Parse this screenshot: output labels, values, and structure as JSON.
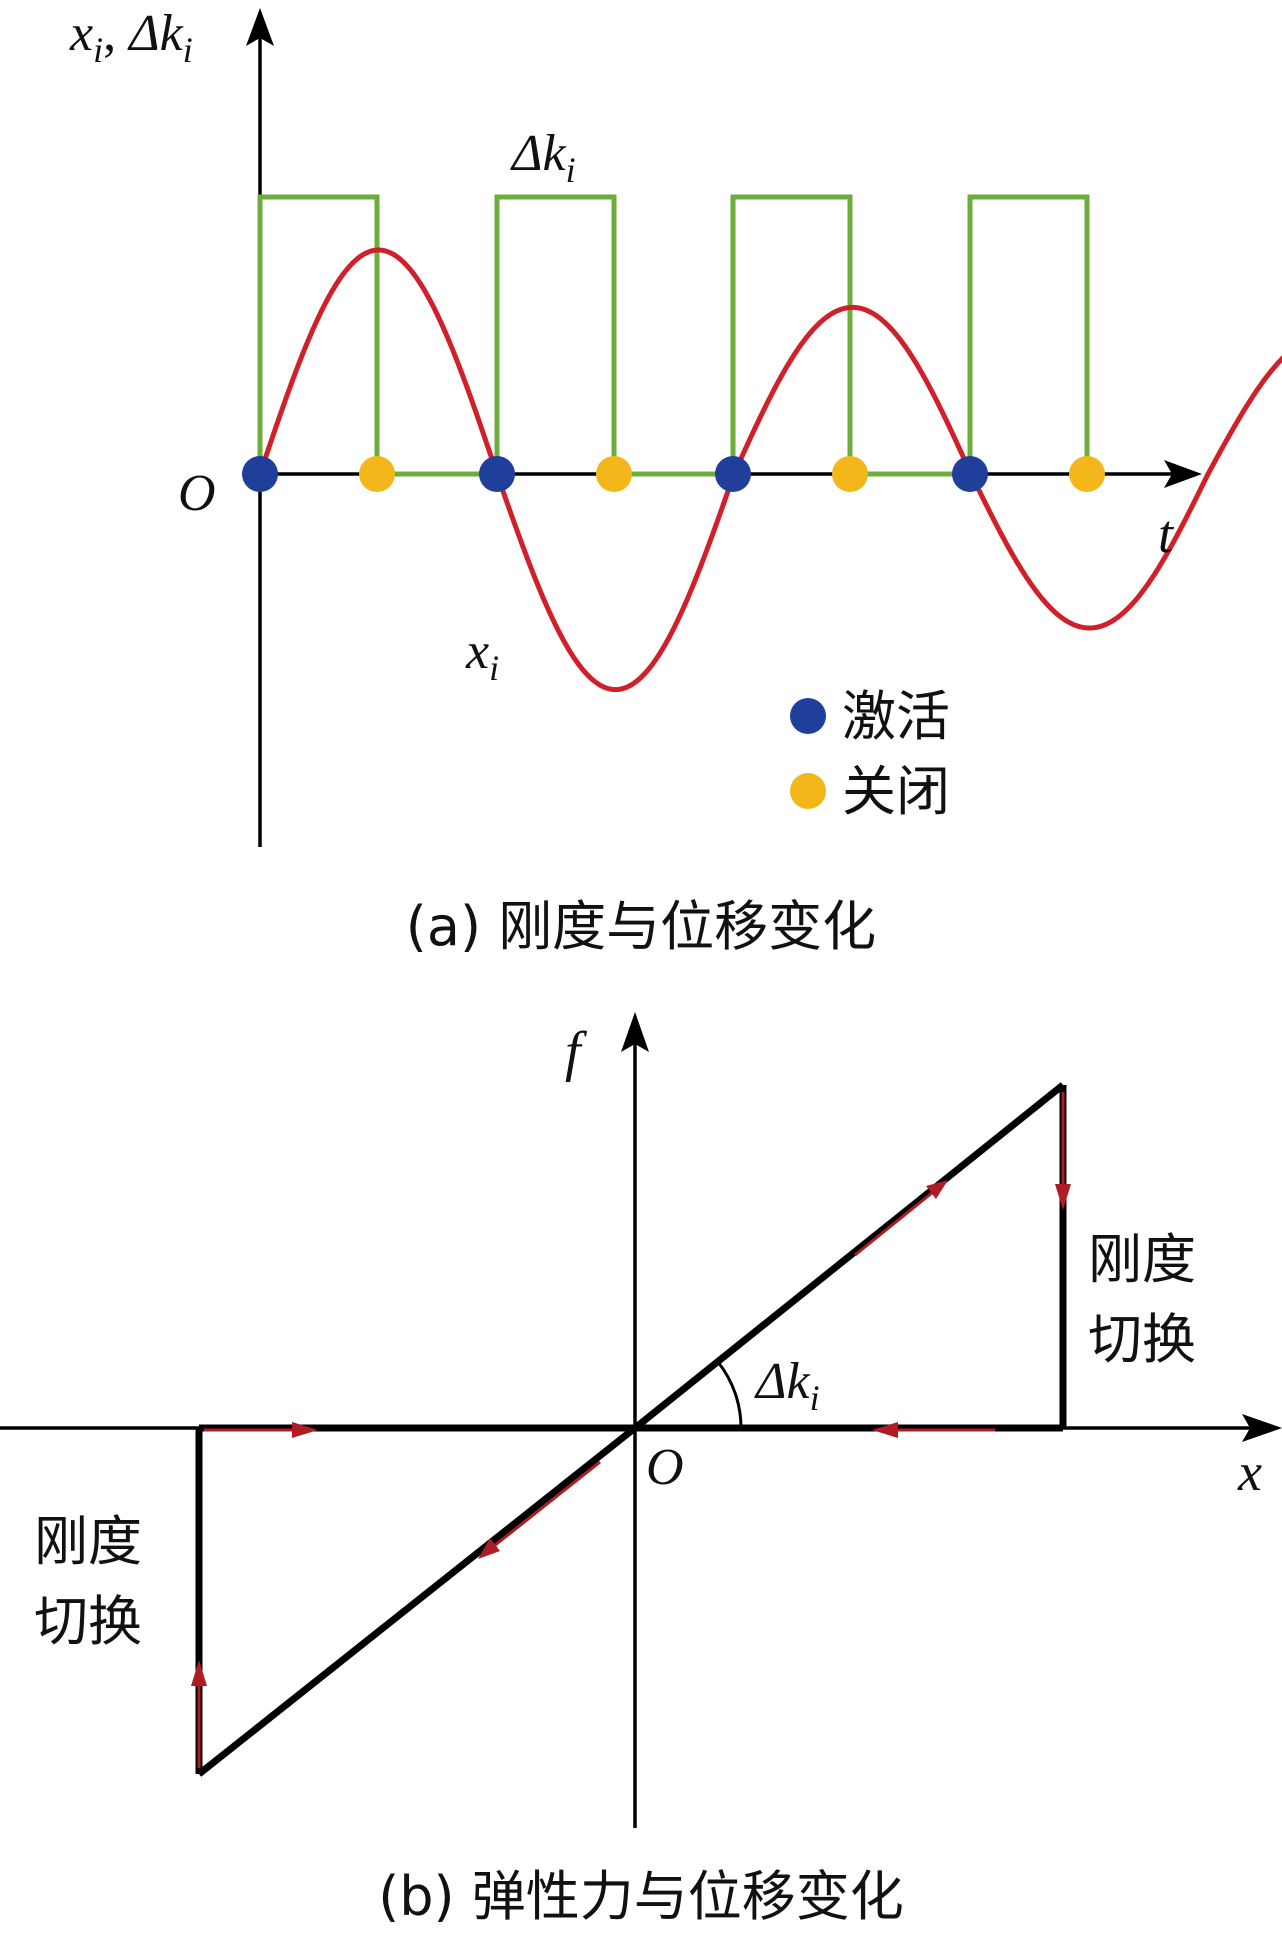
{
  "panel_a": {
    "y_axis_label": {
      "x": "x",
      "x_sub": "i",
      "sep": ", ",
      "delta": "Δk",
      "delta_sub": "i"
    },
    "x_axis_label": "t",
    "origin_label": "O",
    "curve_labels": {
      "displacement": {
        "base": "x",
        "sub": "i"
      },
      "stiffness": {
        "base": "Δk",
        "sub": "i"
      }
    },
    "legend": [
      {
        "label": "激活",
        "color": "#1f3f9a"
      },
      {
        "label": "关闭",
        "color": "#f3b71b"
      }
    ],
    "caption": "(a)  刚度与位移变化",
    "colors": {
      "displacement": "#d0202a",
      "stiffness": "#6cae3c"
    }
  },
  "panel_b": {
    "y_axis_label": "f",
    "x_axis_label": "x",
    "origin_label": "O",
    "angle_label": {
      "base": "Δk",
      "sub": "i"
    },
    "switch_label_right": [
      "刚度",
      "切换"
    ],
    "switch_label_left": [
      "刚度",
      "切换"
    ],
    "caption": "(b)  弹性力与位移变化",
    "colors": {
      "path": "#000000",
      "arrow": "#b01c24"
    }
  }
}
